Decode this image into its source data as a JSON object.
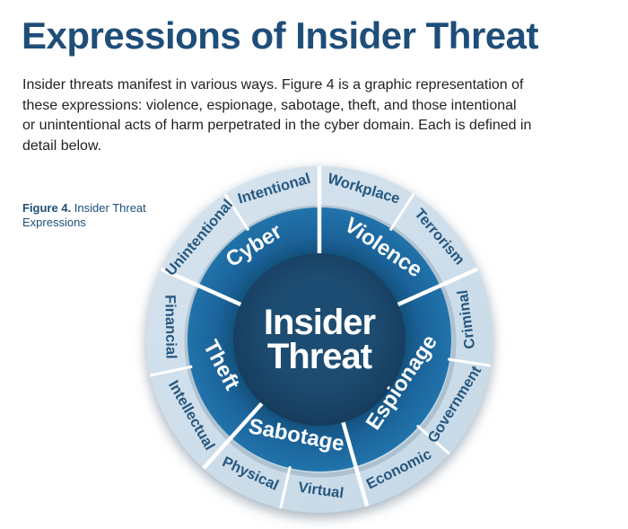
{
  "page": {
    "title": "Expressions of Insider Threat",
    "intro_lines": [
      "Insider threats manifest in various ways. Figure 4 is a graphic representation of",
      "these expressions: violence, espionage, sabotage, theft, and those intentional",
      "or unintentional acts of harm perpetrated in the cyber domain. Each is defined in",
      "detail below."
    ],
    "caption_label": "Figure 4.",
    "caption_text": " Insider Threat Expressions"
  },
  "wheel": {
    "center_line1": "Insider",
    "center_line2": "Threat",
    "segments": [
      {
        "label": "Cyber",
        "sub": [
          "Unintentional",
          "Intentional"
        ]
      },
      {
        "label": "Violence",
        "sub": [
          "Workplace",
          "Terrorism"
        ]
      },
      {
        "label": "Espionage",
        "sub": [
          "Criminal",
          "Government",
          "Economic"
        ]
      },
      {
        "label": "Sabotage",
        "sub": [
          "Virtual",
          "Physical"
        ]
      },
      {
        "label": "Theft",
        "sub": [
          "Intellectual",
          "Financial"
        ]
      }
    ],
    "colors": {
      "center_circle": "#1d4c72",
      "middle_ring": "#2171a8",
      "middle_ring_inner_shade": "#14537f",
      "outer_ring": "#cfdfea",
      "outer_label_text": "#265780",
      "middle_label_text": "#ffffff",
      "divider": "#ffffff"
    }
  },
  "text_colors": {
    "heading": "#1e4e79",
    "body": "#231f20"
  }
}
